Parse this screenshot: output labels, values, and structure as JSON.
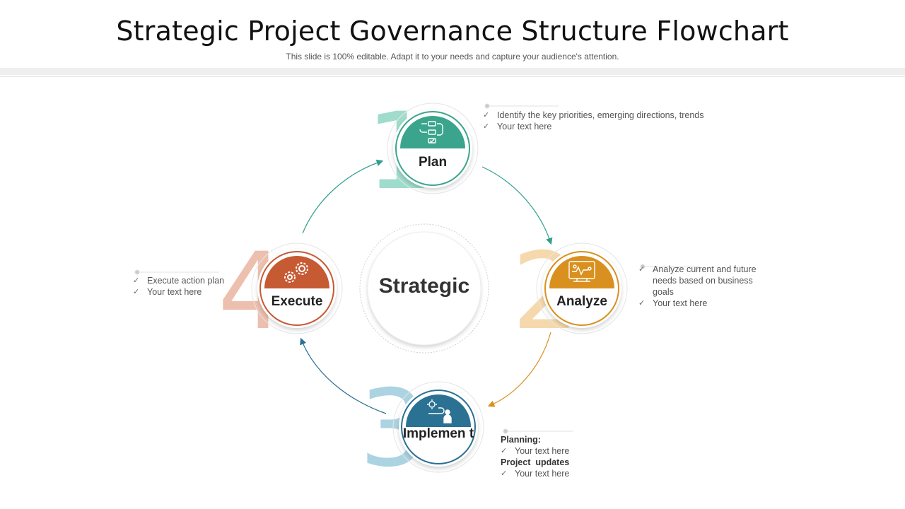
{
  "header": {
    "title": "Strategic Project Governance Structure Flowchart",
    "subtitle": "This slide is 100% editable. Adapt it to your needs and capture your audience's attention."
  },
  "center": {
    "label": "Strategic"
  },
  "steps": [
    {
      "number": "1",
      "label": "Plan",
      "icon": "checklist-flow-icon",
      "color": "#3aa58c",
      "number_color": "#9fdccb"
    },
    {
      "number": "2",
      "label": "Analyze",
      "icon": "monitor-chart-icon",
      "color": "#d9901f",
      "number_color": "#f5d9ad"
    },
    {
      "number": "3",
      "label": "Implemen t",
      "icon": "person-gear-path-icon",
      "color": "#2b7193",
      "number_color": "#acd3e2"
    },
    {
      "number": "4",
      "label": "Execute",
      "icon": "gears-icon",
      "color": "#c65a33",
      "number_color": "#edbfae"
    }
  ],
  "notes": {
    "plan": [
      "Identify the key priorities, emerging directions, trends",
      "Your text here"
    ],
    "analyze": [
      "Analyze current and future needs based on business goals",
      "Your text here"
    ],
    "implement": {
      "heading1": "Planning:",
      "item1": "Your text here",
      "heading2": "Project  updates",
      "item2": "Your text here"
    },
    "execute": [
      "Execute action plan",
      "Your text here"
    ]
  },
  "check_glyph": "✓"
}
